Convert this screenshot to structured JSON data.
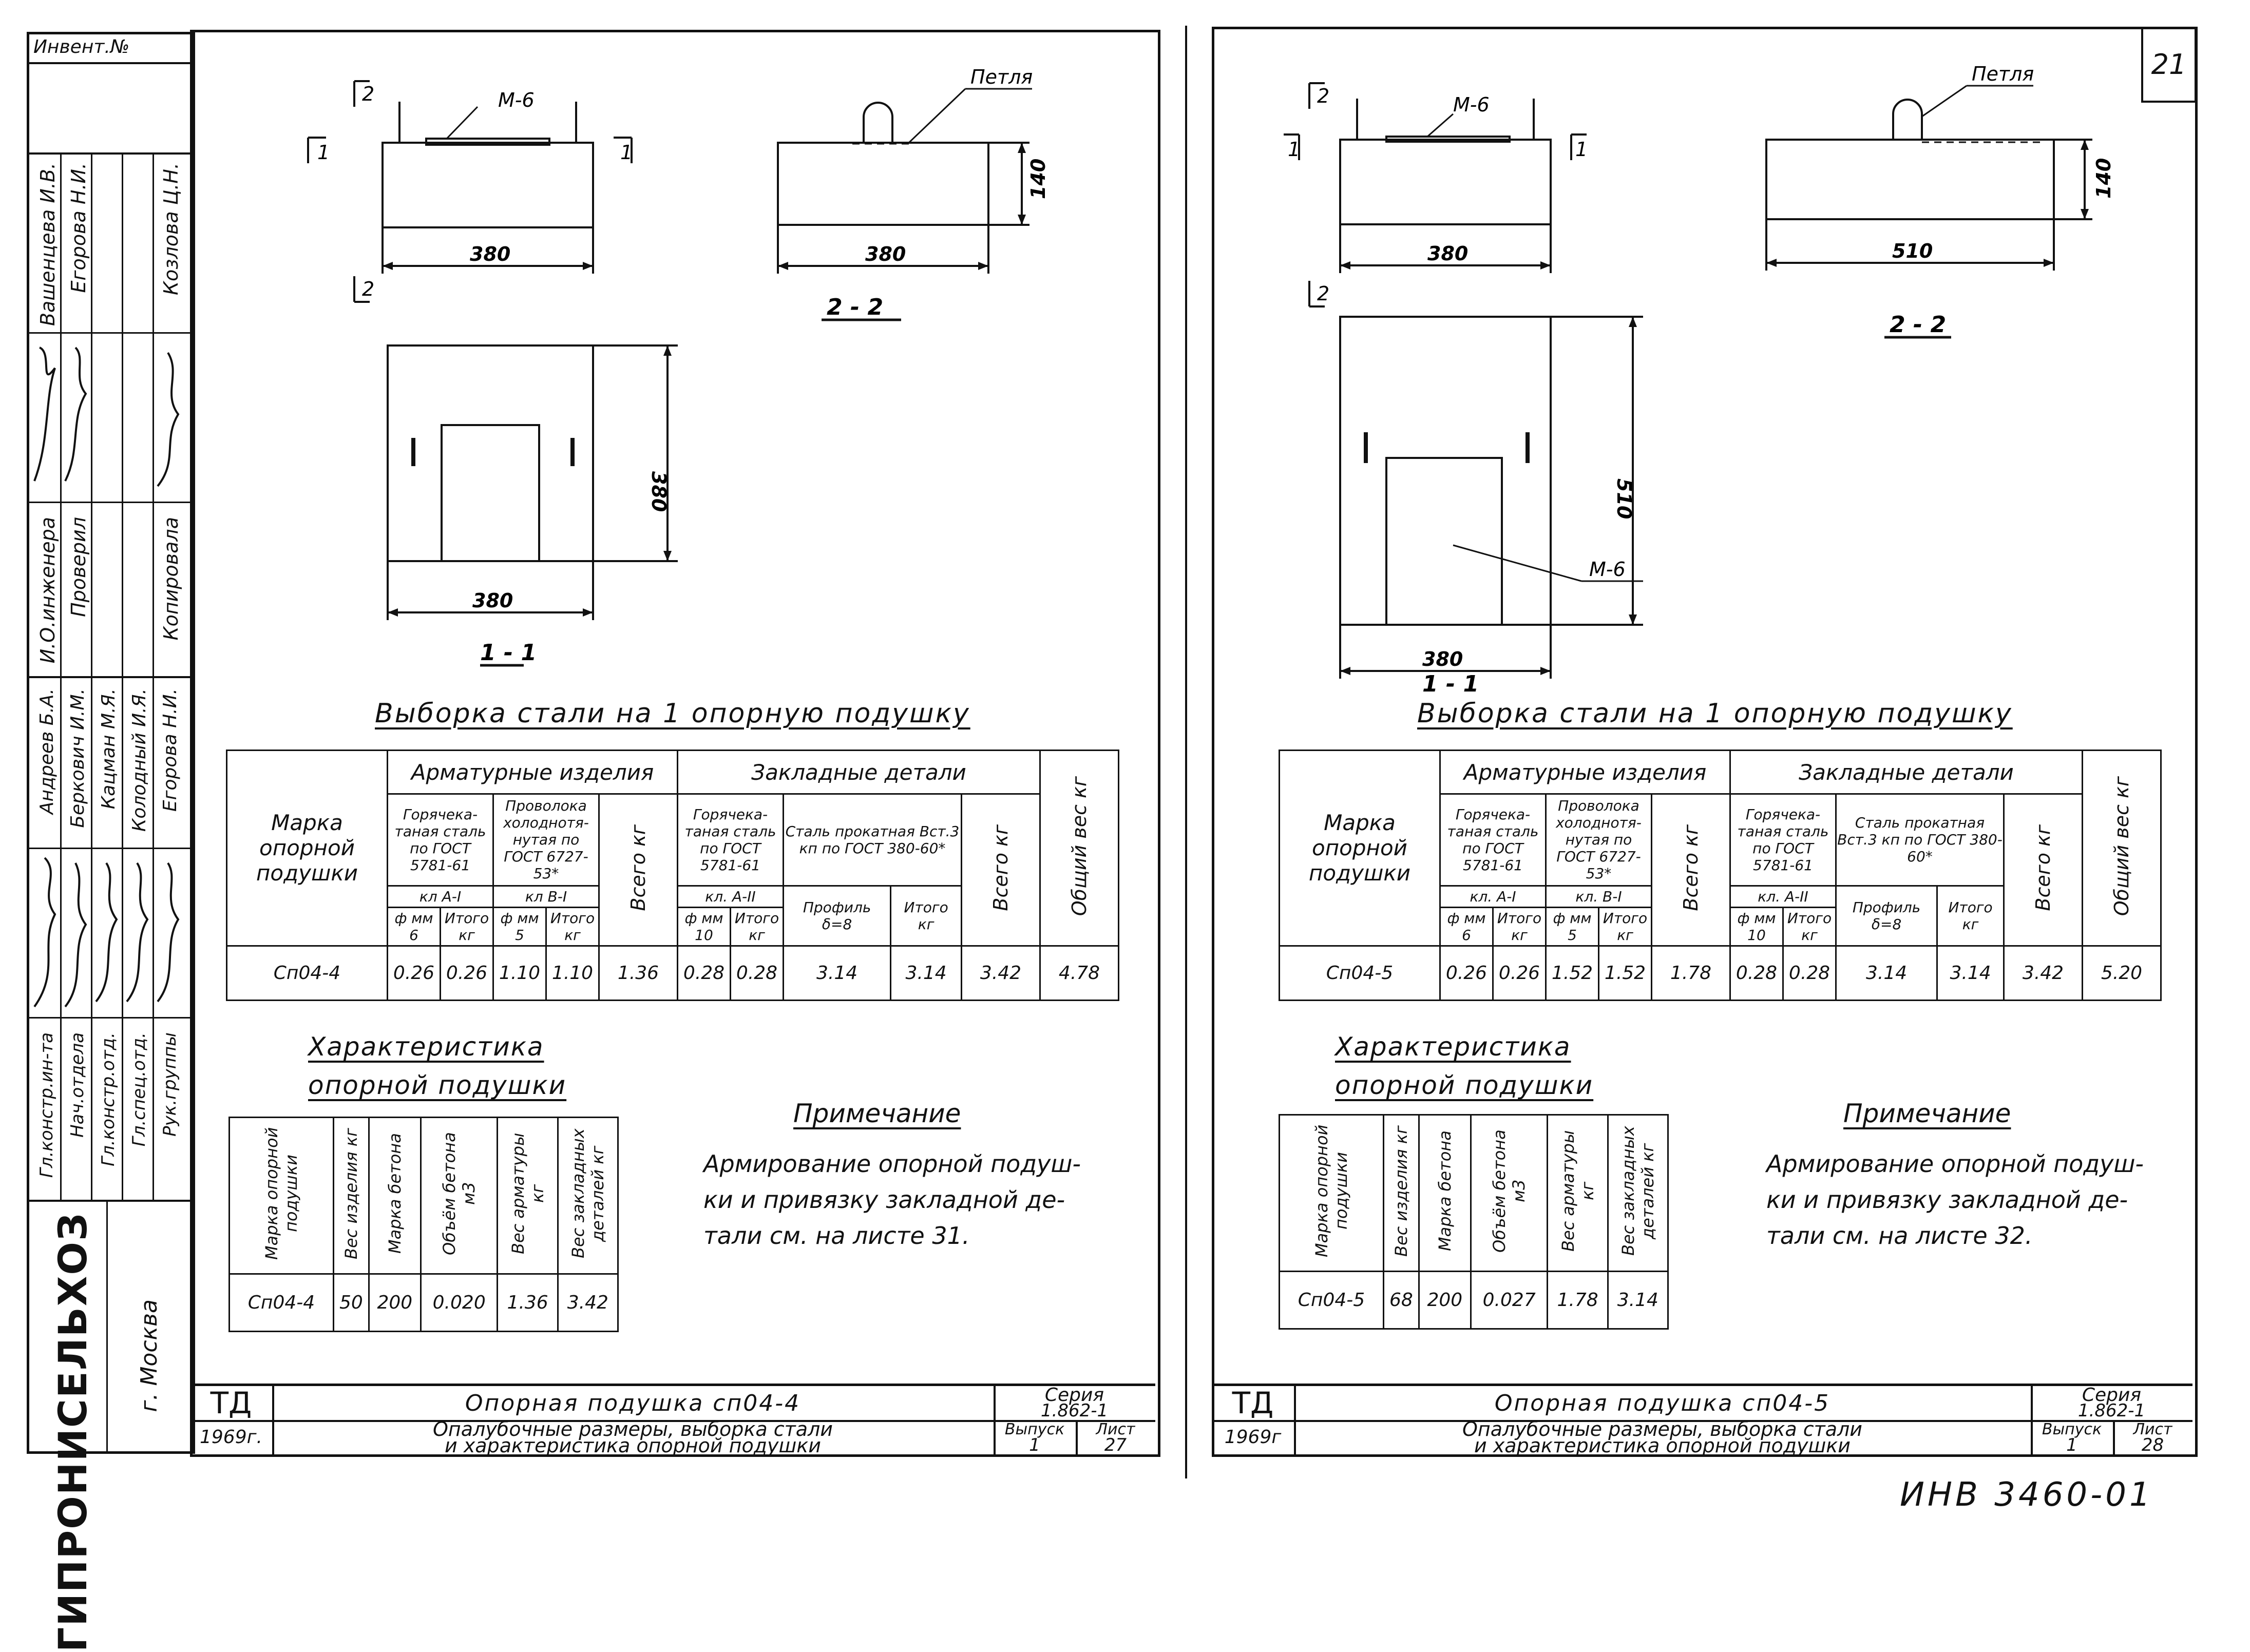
{
  "stamp": {
    "inv_label": "Инвент.№",
    "org": "ГИПРОНИСЕЛЬХОЗ",
    "city": "г. Москва",
    "roles": [
      "Гл.констр.ин-та",
      "Нач.отдела",
      "Гл.констр.отд.",
      "Гл.спец.отд.",
      "Рук.группы"
    ],
    "people": [
      "Андреев Б.А.",
      "Беркович И.М.",
      "Кацман М.Я.",
      "Колодный И.Я.",
      "Егорова Н.И."
    ],
    "roles2": [
      "И.О.инженера",
      "Проверил",
      "",
      "Копировала"
    ],
    "people2": [
      "Вашенцева И.В.",
      "Егорова Н.И.",
      "",
      "Козлова Ц.Н."
    ]
  },
  "sheet_number": "21",
  "archive_mark": "ИНВ 3460-01",
  "sheets": [
    {
      "id": "left",
      "drawing": {
        "mark_m6": "М-6",
        "loop": "Петля",
        "dim_plan_width": "380",
        "dim_side_width": "380",
        "dim_height": "140",
        "dim_section_width": "380",
        "dim_section_height": "380",
        "sec_mark_1": "1",
        "sec_mark_2": "2",
        "label_section_22": "2 - 2",
        "label_section_11": "1 - 1"
      },
      "steel": {
        "title": "Выборка стали на 1 опорную подушку",
        "col_mark": "Марка опорной подушки",
        "grp_arm": "Арматурные изделия",
        "grp_emb": "Закладные детали",
        "col_hot": "Горячека-таная сталь по ГОСТ 5781-61",
        "col_wire": "Проволока холоднотя-нутая по ГОСТ 6727-53*",
        "col_hot2": "Горячека-таная сталь по ГОСТ 5781-61",
        "col_rolled": "Сталь прокатная Вст.3 кп по ГОСТ 380-60*",
        "col_total": "Всего кг",
        "col_weight": "Общий вес кг",
        "cls_a1": "кл А-I",
        "cls_b1": "кл В-I",
        "cls_a2": "кл. А-II",
        "h_dia": "ф мм",
        "h_sum": "Итого",
        "h_prof": "Профиль",
        "h_kg": "кг",
        "sub": [
          "6",
          "кг",
          "5",
          "кг",
          "10",
          "кг",
          "δ=8",
          "кг"
        ],
        "row": [
          "Сп04-4",
          "0.26",
          "0.26",
          "1.10",
          "1.10",
          "1.36",
          "0.28",
          "0.28",
          "3.14",
          "3.14",
          "3.42",
          "4.78"
        ]
      },
      "char": {
        "title1": "Характеристика",
        "title2": "опорной подушки",
        "headers": [
          "Марка опорной подушки",
          "Вес изделия кг",
          "Марка бетона",
          "Объём бетона м3",
          "Вес арматуры кг",
          "Вес закладных деталей кг"
        ],
        "row": [
          "Сп04-4",
          "50",
          "200",
          "0.020",
          "1.36",
          "3.42"
        ]
      },
      "note": {
        "title": "Примечание",
        "lines": [
          "Армирование опорной подуш-",
          "ки и привязку закладной де-",
          "тали см. на листе 31."
        ]
      },
      "title_block": {
        "td": "ТД",
        "year": "1969г.",
        "name": "Опорная подушка сп04-4",
        "desc1": "Опалубочные размеры, выборка стали",
        "desc2": "и характеристика опорной подушки",
        "series_label": "Серия",
        "series": "1.862-1",
        "issue_label": "Выпуск",
        "issue": "1",
        "sheet_label": "Лист",
        "sheet": "27"
      }
    },
    {
      "id": "right",
      "drawing": {
        "mark_m6": "М-6",
        "mark_m6b": "М-6",
        "loop": "Петля",
        "dim_plan_width": "380",
        "dim_side_width": "510",
        "dim_height": "140",
        "dim_section_width": "380",
        "dim_section_height": "510",
        "sec_mark_1": "1",
        "sec_mark_2": "2",
        "label_section_22": "2 - 2",
        "label_section_11": "1 - 1"
      },
      "steel": {
        "title": "Выборка стали на 1 опорную подушку",
        "col_mark": "Марка опорной подушки",
        "grp_arm": "Арматурные изделия",
        "grp_emb": "Закладные детали",
        "col_hot": "Горячека-таная сталь по ГОСТ 5781-61",
        "col_wire": "Проволока холоднотя-нутая по ГОСТ 6727-53*",
        "col_hot2": "Горячека-таная сталь по ГОСТ 5781-61",
        "col_rolled": "Сталь прокатная Вст.3 кп по ГОСТ 380-60*",
        "col_total": "Всего кг",
        "col_weight": "Общий вес кг",
        "cls_a1": "кл. А-I",
        "cls_b1": "кл. В-I",
        "cls_a2": "кл. А-II",
        "h_dia": "ф мм",
        "h_sum": "Итого",
        "h_prof": "Профиль",
        "h_kg": "кг",
        "sub": [
          "6",
          "кг",
          "5",
          "кг",
          "10",
          "кг",
          "δ=8",
          "кг"
        ],
        "row": [
          "Сп04-5",
          "0.26",
          "0.26",
          "1.52",
          "1.52",
          "1.78",
          "0.28",
          "0.28",
          "3.14",
          "3.14",
          "3.42",
          "5.20"
        ]
      },
      "char": {
        "title1": "Характеристика",
        "title2": "опорной подушки",
        "headers": [
          "Марка опорной подушки",
          "Вес изделия кг",
          "Марка бетона",
          "Объём бетона м3",
          "Вес арматуры кг",
          "Вес закладных деталей кг"
        ],
        "row": [
          "Сп04-5",
          "68",
          "200",
          "0.027",
          "1.78",
          "3.14"
        ]
      },
      "note": {
        "title": "Примечание",
        "lines": [
          "Армирование опорной подуш-",
          "ки и привязку закладной де-",
          "тали см. на листе 32."
        ]
      },
      "title_block": {
        "td": "ТД",
        "year": "1969г",
        "name": "Опорная подушка сп04-5",
        "desc1": "Опалубочные размеры, выборка стали",
        "desc2": "и характеристика опорной подушки",
        "series_label": "Серия",
        "series": "1.862-1",
        "issue_label": "Выпуск",
        "issue": "1",
        "sheet_label": "Лист",
        "sheet": "28"
      }
    }
  ]
}
